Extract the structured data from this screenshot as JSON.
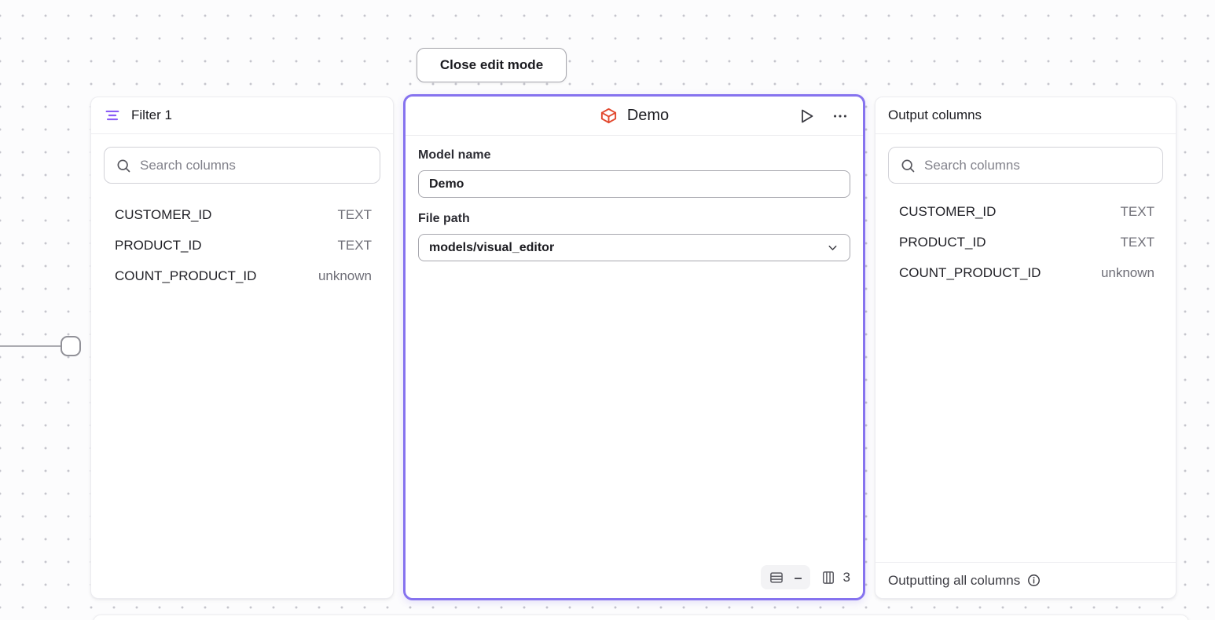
{
  "toolbar": {
    "close_edit_mode_label": "Close edit mode"
  },
  "filter_panel": {
    "title": "Filter 1",
    "search_placeholder": "Search columns",
    "columns": [
      {
        "name": "CUSTOMER_ID",
        "type": "TEXT"
      },
      {
        "name": "PRODUCT_ID",
        "type": "TEXT"
      },
      {
        "name": "COUNT_PRODUCT_ID",
        "type": "unknown"
      }
    ]
  },
  "model_panel": {
    "title": "Demo",
    "model_name_label": "Model name",
    "model_name_value": "Demo",
    "file_path_label": "File path",
    "file_path_value": "models/visual_editor",
    "row_count_value": "–",
    "column_count_value": "3"
  },
  "output_panel": {
    "title": "Output columns",
    "search_placeholder": "Search columns",
    "columns": [
      {
        "name": "CUSTOMER_ID",
        "type": "TEXT"
      },
      {
        "name": "PRODUCT_ID",
        "type": "TEXT"
      },
      {
        "name": "COUNT_PRODUCT_ID",
        "type": "unknown"
      }
    ],
    "footer_text": "Outputting all columns"
  },
  "colors": {
    "accent_purple": "#8673ef",
    "filter_icon_purple": "#8b5cf6",
    "model_icon_orange": "#e2492f"
  }
}
